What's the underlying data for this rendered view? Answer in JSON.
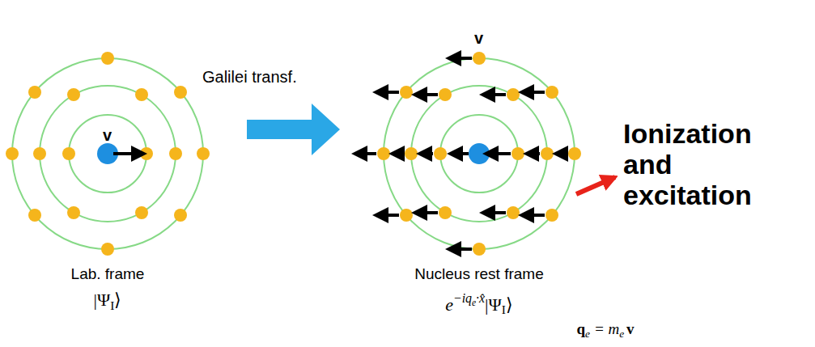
{
  "diagram": {
    "labels": [
      "Galilei transf.",
      "v",
      "v",
      "Ionization and excitation",
      "Lab. frame",
      "|Ψ",
      "I",
      "⟩",
      "Nucleus rest frame",
      "e",
      "−iq",
      "e",
      "·x̂",
      "|Ψ",
      "I",
      "⟩",
      "q",
      "e",
      "= m",
      "e",
      "v"
    ]
  }
}
